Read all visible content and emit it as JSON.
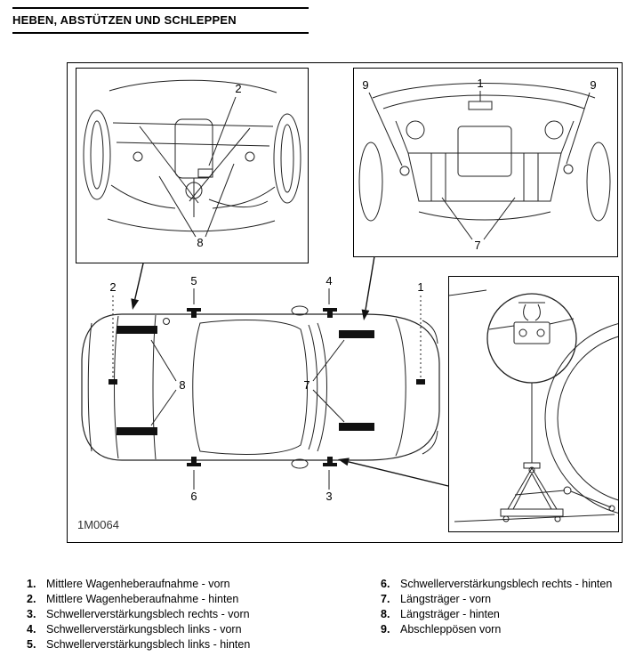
{
  "page": {
    "title": "HEBEN, ABSTÜTZEN UND SCHLEPPEN"
  },
  "figure": {
    "code": "1M0064"
  },
  "callouts": {
    "n1": "1",
    "n2": "2",
    "n3": "3",
    "n4": "4",
    "n5": "5",
    "n6": "6",
    "n7": "7",
    "n8": "8",
    "n9": "9"
  },
  "legend": {
    "left": [
      {
        "num": "1.",
        "text": "Mittlere Wagenheberaufnahme - vorn"
      },
      {
        "num": "2.",
        "text": "Mittlere Wagenheberaufnahme - hinten"
      },
      {
        "num": "3.",
        "text": "Schwellerverstärkungsblech rechts - vorn"
      },
      {
        "num": "4.",
        "text": "Schwellerverstärkungsblech links - vorn"
      },
      {
        "num": "5.",
        "text": "Schwellerverstärkungsblech links - hinten"
      }
    ],
    "right": [
      {
        "num": "6.",
        "text": "Schwellerverstärkungsblech rechts - hinten"
      },
      {
        "num": "7.",
        "text": "Längsträger - vorn"
      },
      {
        "num": "8.",
        "text": "Längsträger - hinten"
      },
      {
        "num": "9.",
        "text": "Abschleppösen vorn"
      }
    ]
  }
}
